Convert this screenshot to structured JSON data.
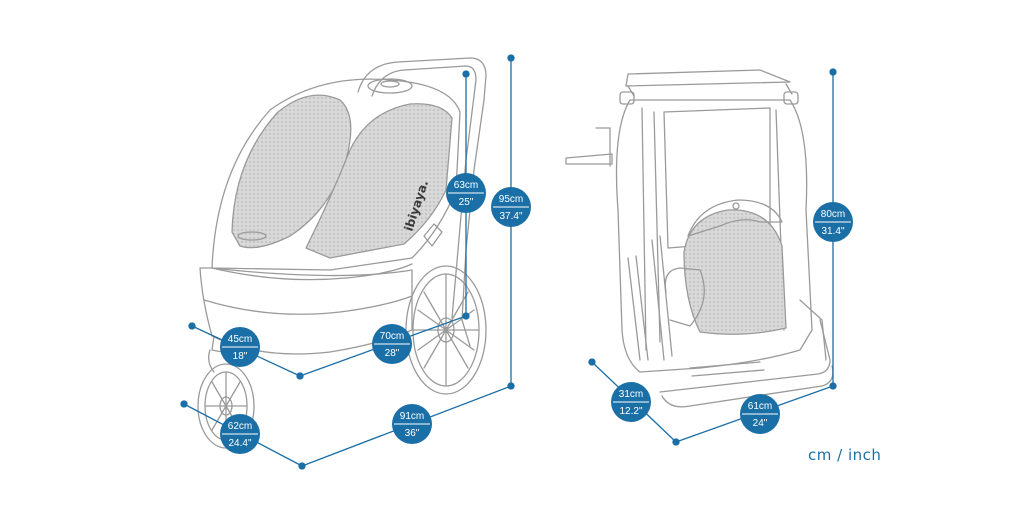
{
  "brand": "ibiyaya.",
  "unit_label": "cm / inch",
  "colors": {
    "accent": "#1a6fa6",
    "line": "#9a9a9a",
    "mesh": "#d4d4d4"
  },
  "dimensions": {
    "stroller_handle_height": {
      "top": "63cm",
      "bottom": "25\""
    },
    "stroller_total_height": {
      "top": "95cm",
      "bottom": "37.4\""
    },
    "stroller_width": {
      "top": "45cm",
      "bottom": "18\""
    },
    "stroller_body_length": {
      "top": "70cm",
      "bottom": "28\""
    },
    "stroller_wheel_width": {
      "top": "62cm",
      "bottom": "24.4\""
    },
    "stroller_total_length": {
      "top": "91cm",
      "bottom": "36\""
    },
    "folded_height": {
      "top": "80cm",
      "bottom": "31.4\""
    },
    "folded_depth": {
      "top": "31cm",
      "bottom": "12.2\""
    },
    "folded_length": {
      "top": "61cm",
      "bottom": "24\""
    }
  }
}
